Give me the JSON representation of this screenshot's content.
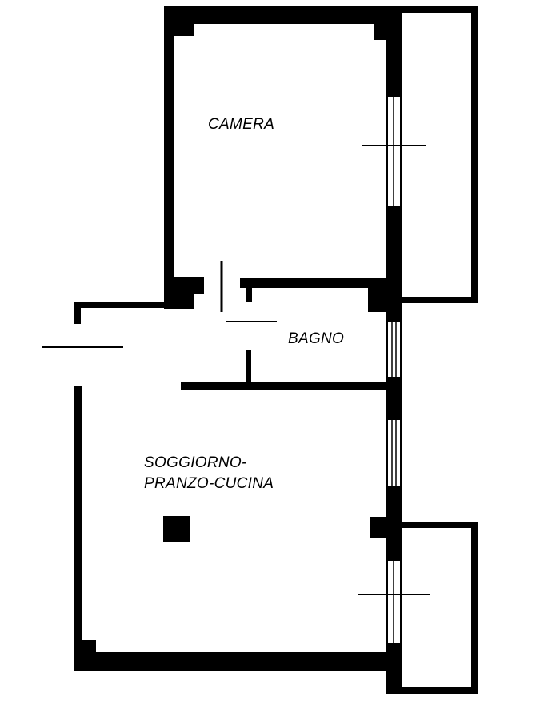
{
  "rooms": {
    "camera": "CAMERA",
    "bagno": "BAGNO",
    "soggiorno_line1": "SOGGIORNO-",
    "soggiorno_line2": "PRANZO-CUCINA"
  },
  "colors": {
    "wall": "#000000",
    "background": "#ffffff"
  }
}
